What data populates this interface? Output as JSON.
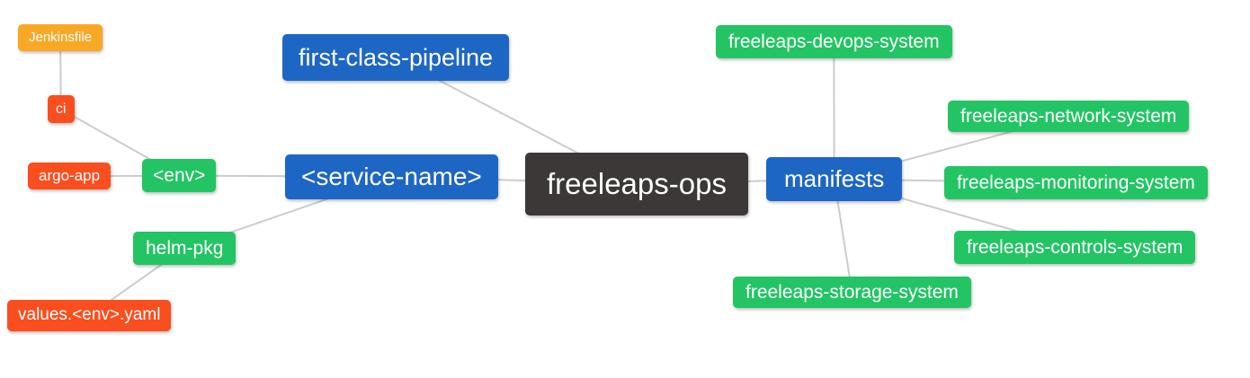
{
  "diagram": {
    "type": "mindmap",
    "root": "freeleaps_ops"
  },
  "palette": {
    "blue": "#1E66C4",
    "green": "#23C464",
    "orange": "#F9A826",
    "red": "#FA4E1E",
    "dark": "#3B3837",
    "edge": "#CCCCCC",
    "node_text": "#FFFFFF",
    "background": "#FFFFFF"
  },
  "nodes": {
    "jenkinsfile": {
      "label": "Jenkinsfile",
      "color": "orange"
    },
    "ci": {
      "label": "ci",
      "color": "red"
    },
    "argo_app": {
      "label": "argo-app",
      "color": "red"
    },
    "env": {
      "label": "<env>",
      "color": "green"
    },
    "helm_pkg": {
      "label": "helm-pkg",
      "color": "green"
    },
    "values_env_yaml": {
      "label": "values.<env>.yaml",
      "color": "red"
    },
    "first_class_pipeline": {
      "label": "first-class-pipeline",
      "color": "blue"
    },
    "service_name": {
      "label": "<service-name>",
      "color": "blue"
    },
    "freeleaps_ops": {
      "label": "freeleaps-ops",
      "color": "dark"
    },
    "manifests": {
      "label": "manifests",
      "color": "blue"
    },
    "devops_system": {
      "label": "freeleaps-devops-system",
      "color": "green"
    },
    "network_system": {
      "label": "freeleaps-network-system",
      "color": "green"
    },
    "monitoring_system": {
      "label": "freeleaps-monitoring-system",
      "color": "green"
    },
    "controls_system": {
      "label": "freeleaps-controls-system",
      "color": "green"
    },
    "storage_system": {
      "label": "freeleaps-storage-system",
      "color": "green"
    }
  },
  "edges": [
    [
      "jenkinsfile",
      "ci"
    ],
    [
      "ci",
      "env"
    ],
    [
      "argo_app",
      "env"
    ],
    [
      "env",
      "service_name"
    ],
    [
      "helm_pkg",
      "service_name"
    ],
    [
      "values_env_yaml",
      "helm_pkg"
    ],
    [
      "first_class_pipeline",
      "freeleaps_ops"
    ],
    [
      "service_name",
      "freeleaps_ops"
    ],
    [
      "freeleaps_ops",
      "manifests"
    ],
    [
      "manifests",
      "devops_system"
    ],
    [
      "manifests",
      "network_system"
    ],
    [
      "manifests",
      "monitoring_system"
    ],
    [
      "manifests",
      "controls_system"
    ],
    [
      "manifests",
      "storage_system"
    ]
  ]
}
